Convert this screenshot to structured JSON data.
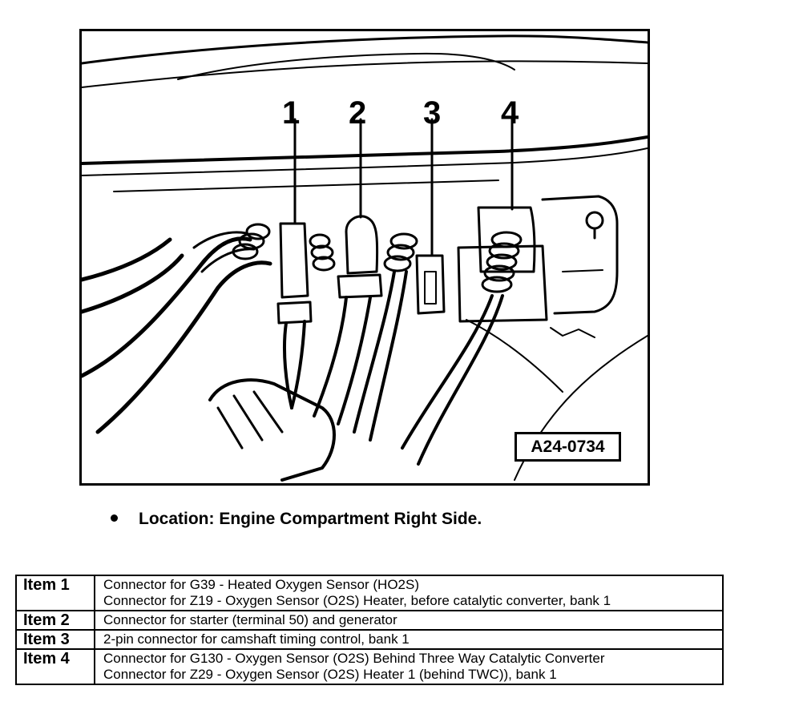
{
  "figure": {
    "callouts": [
      "1",
      "2",
      "3",
      "4"
    ],
    "figure_id": "A24-0734"
  },
  "location_text": "Location: Engine Compartment Right Side.",
  "items": [
    {
      "key": "Item 1",
      "lines": [
        "Connector for G39 - Heated Oxygen Sensor (HO2S)",
        "Connector for Z19 -   Oxygen Sensor (O2S) Heater, before catalytic converter, bank 1"
      ]
    },
    {
      "key": "Item 2",
      "lines": [
        "Connector for starter (terminal 50) and generator"
      ]
    },
    {
      "key": "Item 3",
      "lines": [
        "2-pin connector for camshaft timing control, bank 1"
      ]
    },
    {
      "key": "Item 4",
      "lines": [
        "Connector for G130 -  Oxygen Sensor (O2S) Behind Three Way Catalytic Converter",
        "Connector for Z29 -   Oxygen Sensor (O2S) Heater 1 (behind TWC)), bank 1"
      ]
    }
  ]
}
